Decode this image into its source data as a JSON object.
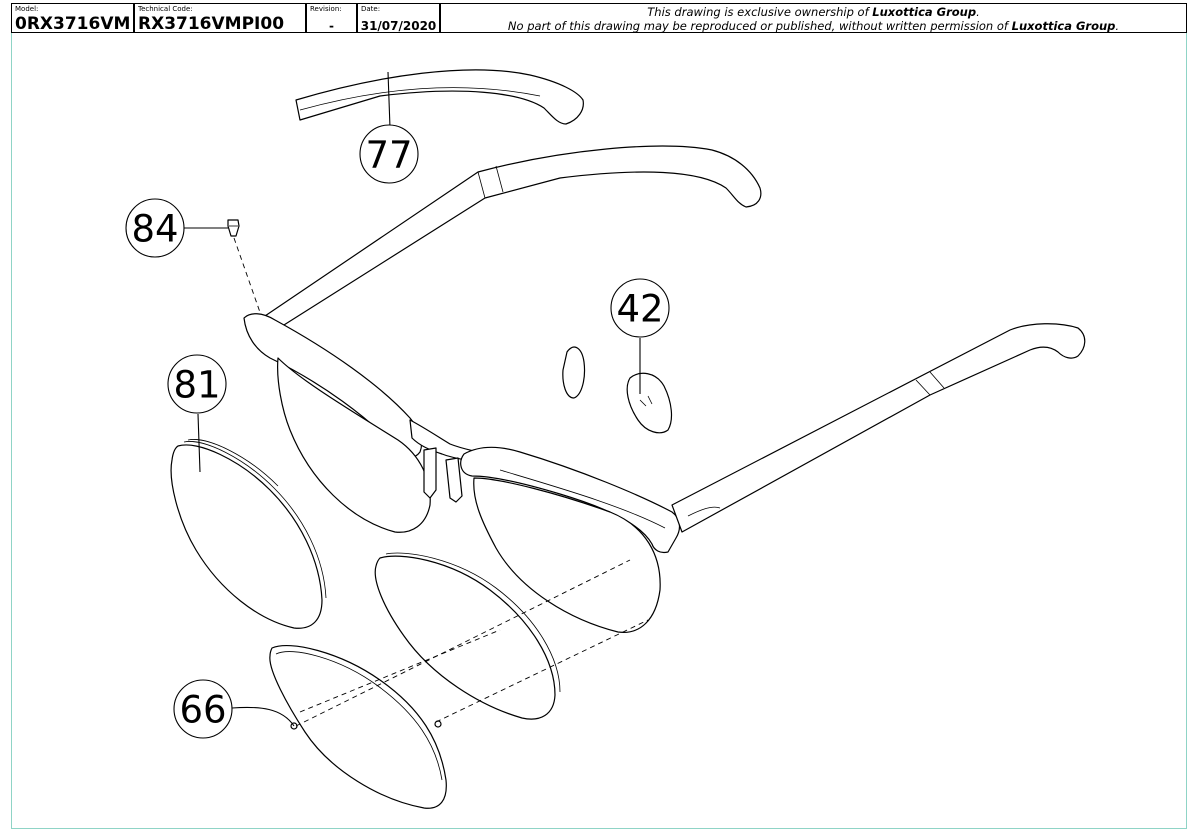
{
  "title_block": {
    "model_label": "Model:",
    "model_value": "0RX3716VM",
    "technical_code_label": "Technical Code:",
    "technical_code_value": "RX3716VMPI00",
    "revision_label": "Revision:",
    "revision_value": "-",
    "date_label": "Date:",
    "date_value": "31/07/2020",
    "ownership_prefix": "This drawing is exclusive ownership of ",
    "ownership_company": "Luxottica Group",
    "ownership_suffix": ".",
    "copyright_prefix": "No part of this drawing may be reproduced or published, without written permission of ",
    "copyright_company": "Luxottica Group",
    "copyright_suffix": "."
  },
  "callouts": [
    {
      "id": "temple-tip",
      "number": "77"
    },
    {
      "id": "screw",
      "number": "84"
    },
    {
      "id": "nose-pad",
      "number": "42"
    },
    {
      "id": "lens",
      "number": "81"
    },
    {
      "id": "lens-wire",
      "number": "66"
    }
  ],
  "colors": {
    "border": "#8fd4c6",
    "line": "#000000",
    "background": "#ffffff"
  }
}
